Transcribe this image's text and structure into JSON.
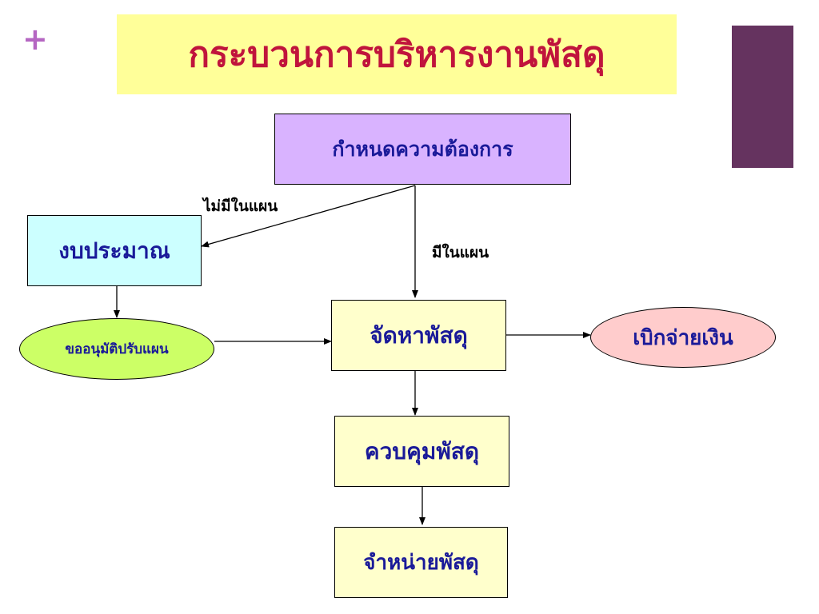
{
  "slide": {
    "plus_symbol": "+",
    "title": "กระบวนการบริหารงานพัสดุ"
  },
  "flowchart": {
    "define_needs": "กำหนดความต้องการ",
    "budget": "งบประมาณ",
    "request_plan_approval": "ขออนุมัติปรับแผน",
    "procure_supplies": "จัดหาพัสดุ",
    "disburse_funds": "เบิกจ่ายเงิน",
    "control_supplies": "ควบคุมพัสดุ",
    "dispose_supplies": "จำหน่ายพัสดุ",
    "label_not_in_plan": "ไม่มีในแผน",
    "label_in_plan": "มีในแผน"
  },
  "colors": {
    "title_band": "#ffff99",
    "title_text": "#c0143c",
    "accent_bar": "#65335f",
    "box_text": "#1a1a99",
    "define_needs_fill": "#d9b3ff",
    "budget_fill": "#ccffff",
    "approval_fill": "#ccff66",
    "process_fill": "#ffffcc",
    "disburse_fill": "#ffcccc"
  }
}
